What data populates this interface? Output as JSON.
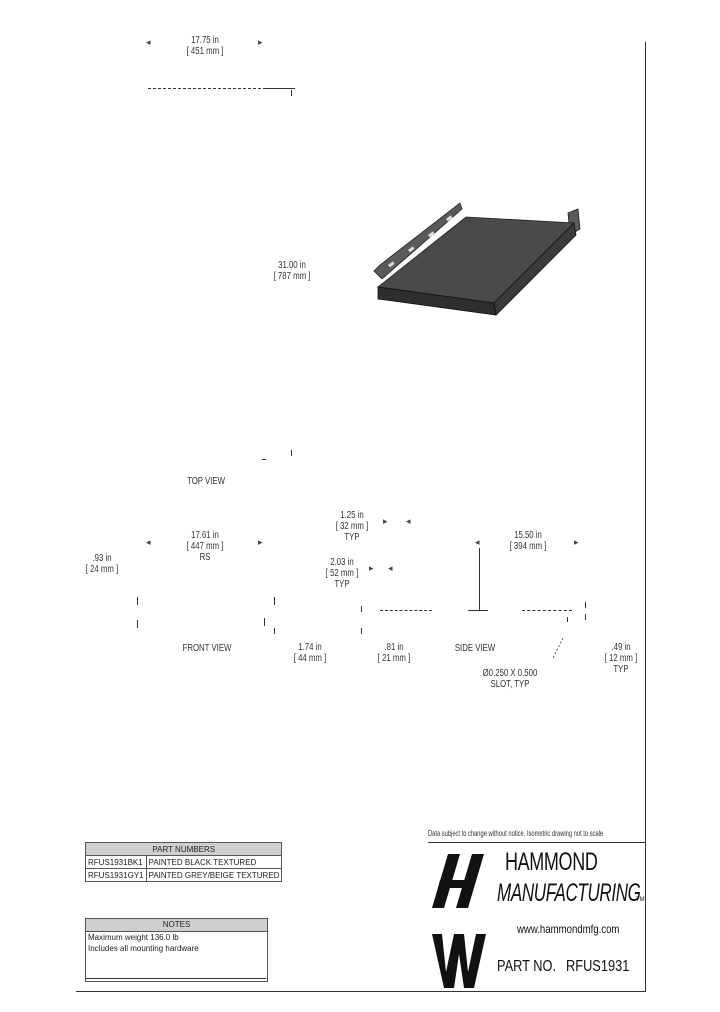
{
  "dimensions": {
    "top_width": {
      "in": "17.75 in",
      "mm": "[ 451 mm ]"
    },
    "depth": {
      "in": "31.00 in",
      "mm": "[ 787 mm ]"
    },
    "front_width": {
      "in": "17.61 in",
      "mm": "[ 447 mm ]",
      "note": "RS"
    },
    "front_left": {
      "in": ".93 in",
      "mm": "[ 24 mm ]"
    },
    "front_height": {
      "in": "1.74 in",
      "mm": "[ 44 mm ]"
    },
    "slot_spacing": {
      "in": "1.25 in",
      "mm": "[ 32 mm ]",
      "note": "TYP"
    },
    "slot_offset": {
      "in": "2.03 in",
      "mm": "[ 52 mm ]",
      "note": "TYP"
    },
    "flange_height": {
      "in": ".81 in",
      "mm": "[ 21 mm ]"
    },
    "side_length": {
      "in": "15.50 in",
      "mm": "[ 394 mm ]"
    },
    "edge_offset": {
      "in": ".49 in",
      "mm": "[ 12 mm ]",
      "note": "TYP"
    },
    "slot_size": {
      "line1": "Ø0.250 X 0.500",
      "line2": "SLOT, TYP"
    }
  },
  "views": {
    "top": "TOP VIEW",
    "front": "FRONT VIEW",
    "side": "SIDE VIEW"
  },
  "part_numbers": {
    "header": "PART NUMBERS",
    "rows": [
      {
        "part": "RFUS1931BK1",
        "desc": "PAINTED BLACK TEXTURED"
      },
      {
        "part": "RFUS1931GY1",
        "desc": "PAINTED GREY/BEIGE TEXTURED"
      }
    ]
  },
  "notes": {
    "header": "NOTES",
    "lines": [
      "Maximum weight 136.0 lb",
      "Includes all mounting hardware"
    ]
  },
  "disclaimer": "Data subject to change without notice. Isometric drawing not to scale",
  "brand": {
    "name_line1": "HAMMOND",
    "name_line2": "MANUFACTURING",
    "tm": "TM",
    "website": "www.hammondmfg.com",
    "part_label": "PART NO.",
    "part_value": "RFUS1931"
  },
  "colors": {
    "tray": "#4a4a4a",
    "tray_front": "#2e2e2e",
    "table_header": "#cfcfcf"
  }
}
